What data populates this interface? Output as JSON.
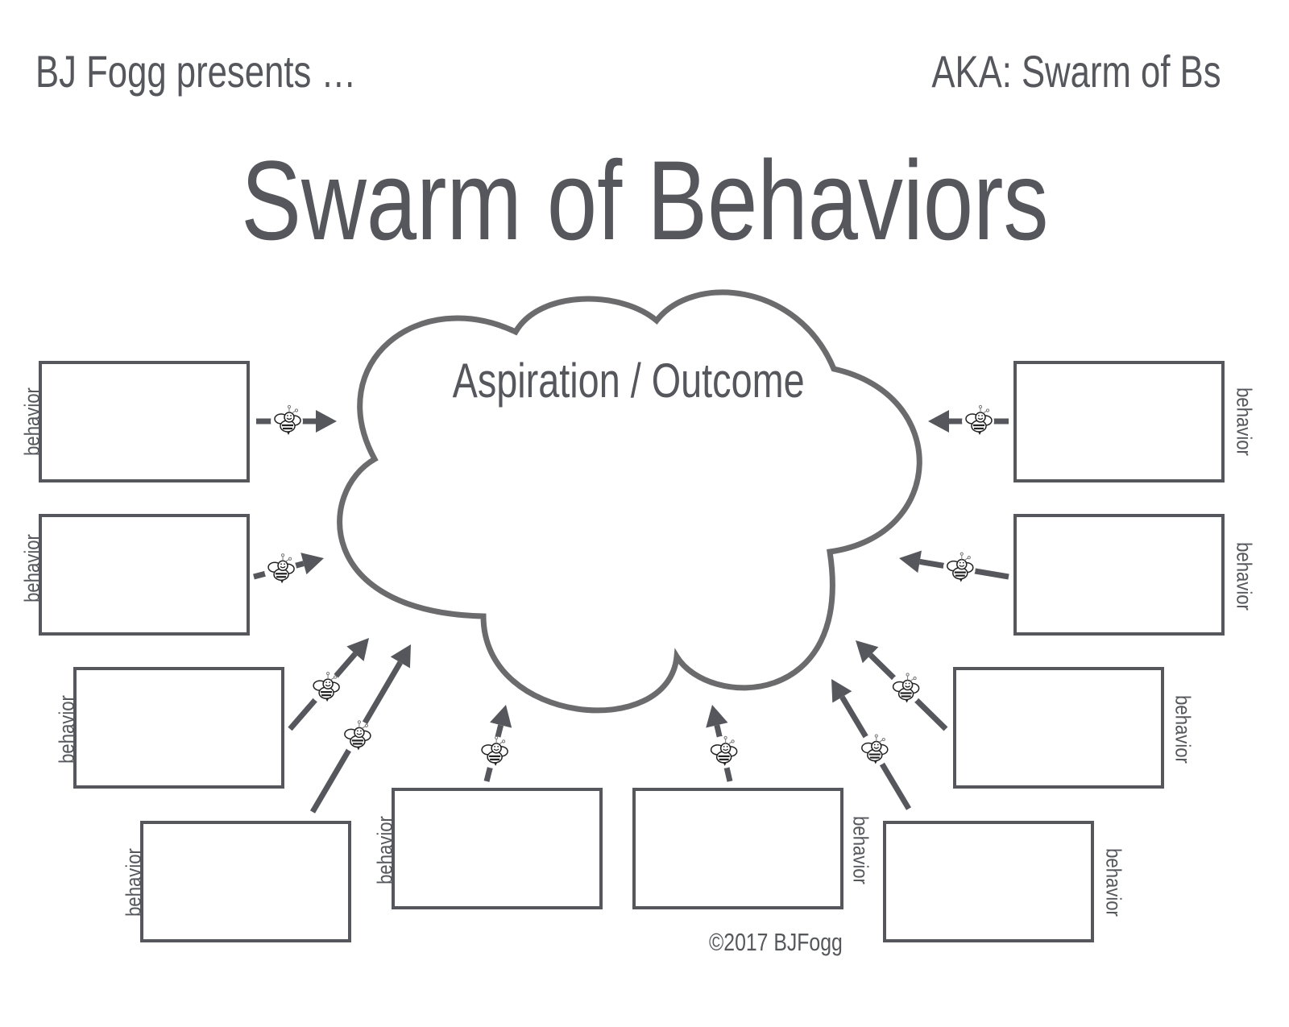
{
  "header": {
    "presenter": "BJ Fogg presents …",
    "aka": "AKA: Swarm of Bs",
    "title": "Swarm of Behaviors"
  },
  "cloud": {
    "label": "Aspiration / Outcome"
  },
  "behavior_boxes": [
    {
      "label": "behavior",
      "side": "left",
      "value": ""
    },
    {
      "label": "behavior",
      "side": "left",
      "value": ""
    },
    {
      "label": "behavior",
      "side": "left",
      "value": ""
    },
    {
      "label": "behavior",
      "side": "left",
      "value": ""
    },
    {
      "label": "behavior",
      "side": "left",
      "value": ""
    },
    {
      "label": "behavior",
      "side": "right",
      "value": ""
    },
    {
      "label": "behavior",
      "side": "right",
      "value": ""
    },
    {
      "label": "behavior",
      "side": "right",
      "value": ""
    },
    {
      "label": "behavior",
      "side": "right",
      "value": ""
    },
    {
      "label": "behavior",
      "side": "right",
      "value": ""
    }
  ],
  "icons": {
    "arrow": "arrow-icon",
    "bee": "bee-icon"
  },
  "colors": {
    "ink": "#55575c",
    "cloud_stroke": "#6b6b6d",
    "background": "#ffffff"
  },
  "footer": {
    "copyright": "©2017 BJFogg"
  }
}
